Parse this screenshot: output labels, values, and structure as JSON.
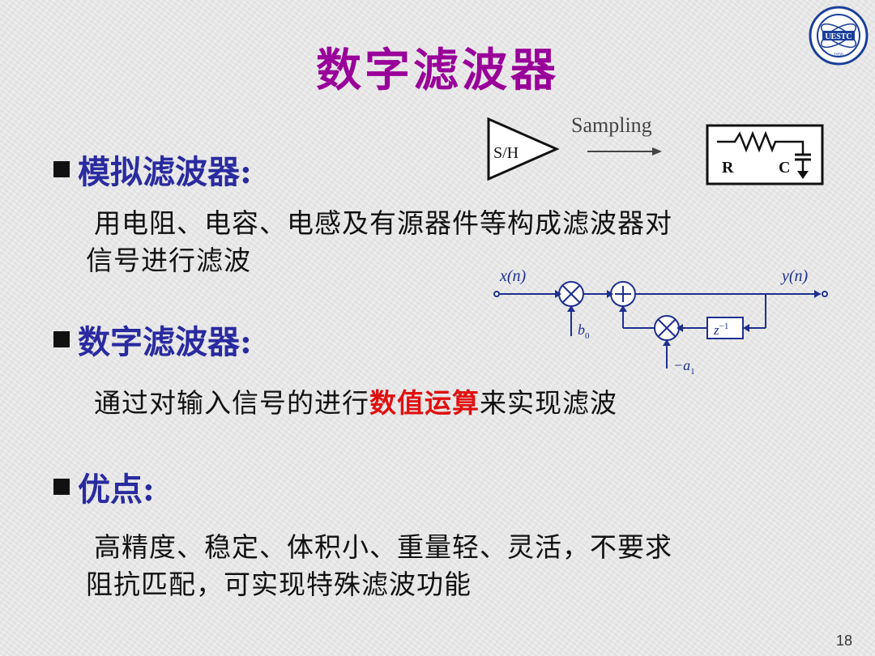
{
  "slide": {
    "title": "数字滤波器",
    "page_number": "18"
  },
  "logo": {
    "text": "UESTC",
    "year": "1956",
    "icon": "university-seal-icon"
  },
  "sections": [
    {
      "heading": "模拟滤波器:",
      "body_lines": [
        "用电阻、电容、电感及有源器件等构成滤波器对",
        "信号进行滤波"
      ]
    },
    {
      "heading": "数字滤波器:",
      "body_prefix": "通过对输入信号的进行",
      "body_highlight": "数值运算",
      "body_suffix": "来实现滤波"
    },
    {
      "heading": "优点:",
      "body_lines": [
        "高精度、稳定、体积小、重量轻、灵活，不要求",
        "阻抗匹配，可实现特殊滤波功能"
      ]
    }
  ],
  "sampling_diagram": {
    "sh_label": "S/H",
    "arrow_label": "Sampling",
    "r_label": "R",
    "c_label": "C"
  },
  "filter_diagram": {
    "input_label": "x(n)",
    "output_label": "y(n)",
    "b0_label": "b",
    "b0_sub": "0",
    "a1_label": "−a",
    "a1_sub": "1",
    "delay_label": "z",
    "delay_sup": "−1"
  },
  "colors": {
    "title": "#990099",
    "heading": "#2a2aa0",
    "highlight": "#e01010",
    "diagram_blue": "#1f2f8f"
  }
}
